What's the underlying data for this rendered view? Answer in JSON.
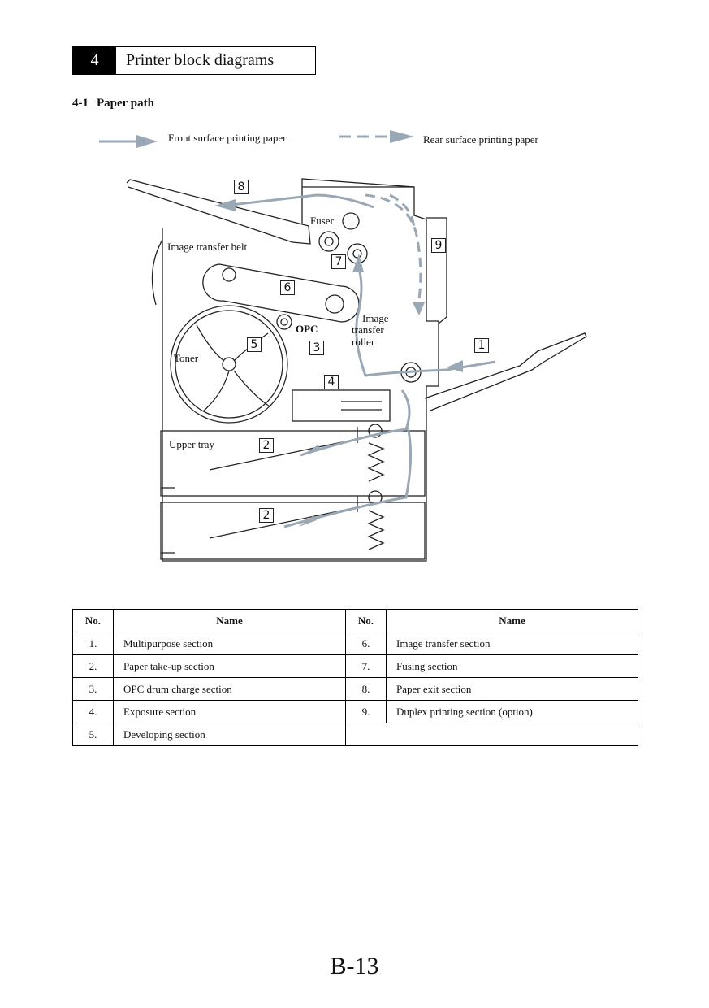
{
  "chapter": {
    "number": "4",
    "title": "Printer block diagrams"
  },
  "section": {
    "number": "4-1",
    "title": "Paper path"
  },
  "legend": {
    "front": "Front surface printing paper",
    "rear": "Rear surface printing paper"
  },
  "diagram": {
    "labels": {
      "fuser": "Fuser",
      "image_transfer_belt": "Image transfer belt",
      "opc": "OPC",
      "image_transfer_roller_1": "Image",
      "image_transfer_roller_2": "transfer",
      "image_transfer_roller_3": "roller",
      "toner": "Toner",
      "upper_tray": "Upper tray"
    },
    "callouts": {
      "c1": "1",
      "c2a": "2",
      "c2b": "2",
      "c3": "3",
      "c4": "4",
      "c5": "5",
      "c6": "6",
      "c7": "7",
      "c8": "8",
      "c9": "9"
    }
  },
  "table": {
    "headers": {
      "no": "No.",
      "name": "Name"
    },
    "rows": [
      {
        "left_no": "1.",
        "left_name": "Multipurpose section",
        "right_no": "6.",
        "right_name": "Image transfer section"
      },
      {
        "left_no": "2.",
        "left_name": "Paper take-up section",
        "right_no": "7.",
        "right_name": "Fusing section"
      },
      {
        "left_no": "3.",
        "left_name": "OPC drum charge section",
        "right_no": "8.",
        "right_name": "Paper exit section"
      },
      {
        "left_no": "4.",
        "left_name": "Exposure section",
        "right_no": "9.",
        "right_name": "Duplex printing section (option)"
      },
      {
        "left_no": "5.",
        "left_name": "Developing section",
        "right_no": "",
        "right_name": ""
      }
    ]
  },
  "colors": {
    "path_front": "#9aa7b4",
    "path_rear": "#9aa7b4",
    "line": "#222222"
  },
  "page_number": "B-13"
}
